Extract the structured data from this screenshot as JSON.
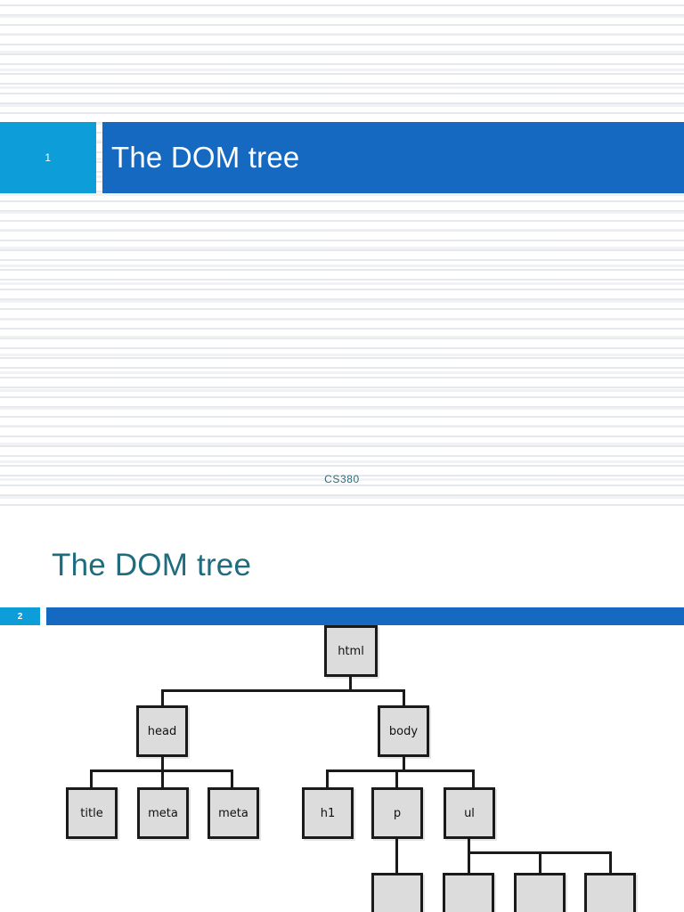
{
  "slide1": {
    "number": "1",
    "title": "The DOM tree",
    "footer": "CS380",
    "colors": {
      "number_box": "#0D9DD9",
      "title_bar": "#1569C0",
      "footer_text": "#2C6C7C"
    }
  },
  "slide2": {
    "number": "2",
    "title": "The DOM tree",
    "colors": {
      "title_text": "#1E6C7E",
      "number_box": "#0D9DD9",
      "accent_bar": "#1569C0"
    },
    "diagram": {
      "type": "tree",
      "node_fill": "#DCDCDC",
      "node_border": "#1A1A1A",
      "nodes": [
        {
          "id": "html",
          "label": "html",
          "level": 0
        },
        {
          "id": "head",
          "label": "head",
          "level": 1,
          "parent": "html"
        },
        {
          "id": "body",
          "label": "body",
          "level": 1,
          "parent": "html"
        },
        {
          "id": "title",
          "label": "title",
          "level": 2,
          "parent": "head"
        },
        {
          "id": "meta1",
          "label": "meta",
          "level": 2,
          "parent": "head"
        },
        {
          "id": "meta2",
          "label": "meta",
          "level": 2,
          "parent": "head"
        },
        {
          "id": "h1",
          "label": "h1",
          "level": 2,
          "parent": "body"
        },
        {
          "id": "p",
          "label": "p",
          "level": 2,
          "parent": "body"
        },
        {
          "id": "ul",
          "label": "ul",
          "level": 2,
          "parent": "body"
        },
        {
          "id": "cut1",
          "label": "",
          "level": 3,
          "parent": "p"
        },
        {
          "id": "cut2",
          "label": "",
          "level": 3,
          "parent": "ul"
        },
        {
          "id": "cut3",
          "label": "",
          "level": 3,
          "parent": "ul"
        },
        {
          "id": "cut4",
          "label": "",
          "level": 3,
          "parent": "ul"
        }
      ]
    }
  }
}
